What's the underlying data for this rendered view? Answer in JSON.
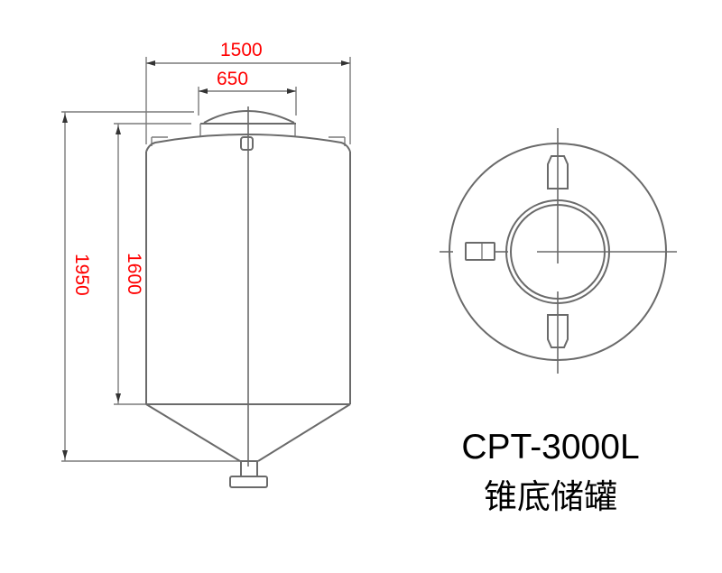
{
  "drawing": {
    "title": "CPT-3000L",
    "subtitle": "锥底储罐",
    "line_color": "#6a6a6a",
    "dimension_color": "#ff0000",
    "dimensions": {
      "overall_width": "1500",
      "lid_width": "650",
      "overall_height": "1950",
      "body_height": "1600"
    },
    "views": [
      {
        "name": "front-elevation",
        "description": "cone-bottom tank side view with dome lid and bottom outlet"
      },
      {
        "name": "top-plan",
        "description": "plan view with central manhole ring, two slotted vents and side fitting"
      }
    ]
  }
}
